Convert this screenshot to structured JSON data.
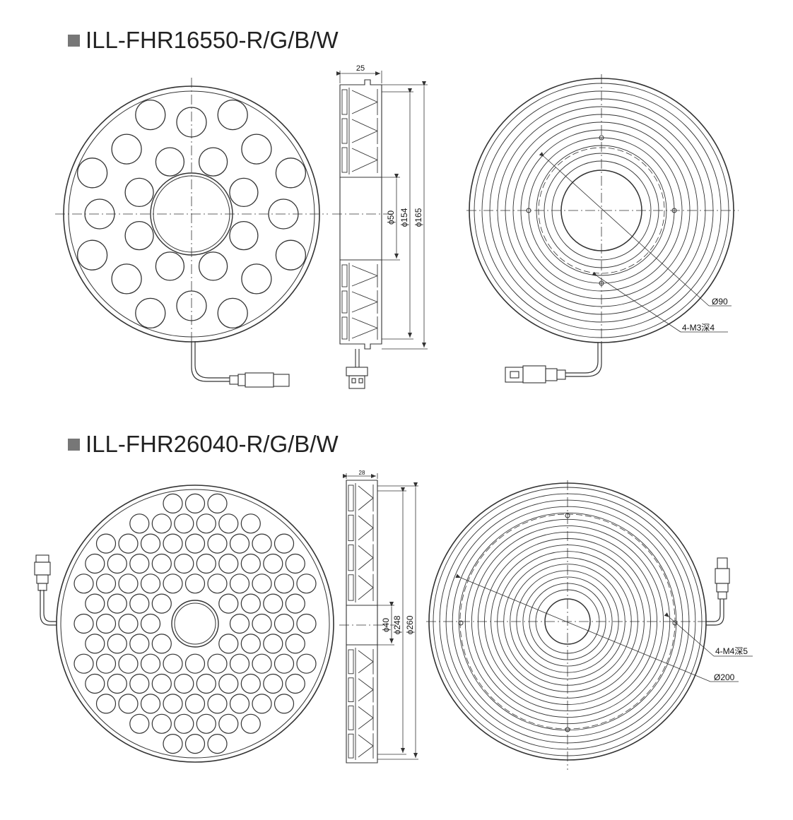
{
  "sections": [
    {
      "title": "ILL-FHR16550-R/G/B/W",
      "dim_width": "25",
      "dim_inner": "ϕ50",
      "dim_mid": "ϕ154",
      "dim_outer": "ϕ165",
      "pcd_label": "Ø90",
      "hole_label": "4-M3深4"
    },
    {
      "title": "ILL-FHR26040-R/G/B/W",
      "dim_width": "28",
      "dim_inner": "ϕ40",
      "dim_mid": "ϕ248",
      "dim_outer": "ϕ260",
      "pcd_label": "Ø200",
      "hole_label": "4-M4深5"
    }
  ],
  "colors": {
    "line": "#333333",
    "title_marker": "#777777",
    "background": "#ffffff"
  }
}
